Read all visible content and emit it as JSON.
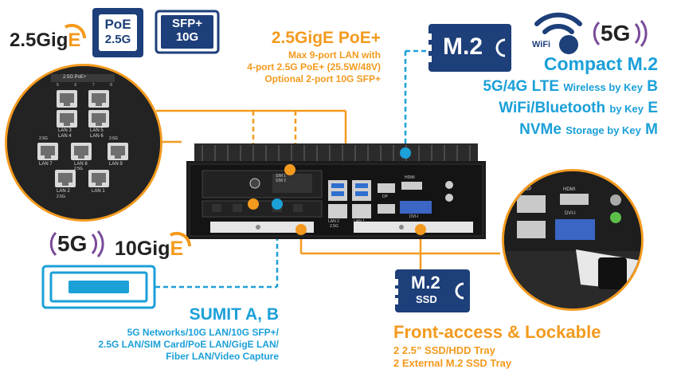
{
  "colors": {
    "orange": "#f39a1e",
    "blue": "#1ba0d8",
    "navy": "#1d3f7a",
    "purple": "#7a4b9a",
    "dark": "#222222"
  },
  "badges": {
    "gige25": {
      "num": "2.5",
      "word": "Gig",
      "e": "E"
    },
    "poe": {
      "l1": "PoE",
      "l2": "2.5G"
    },
    "sfp": {
      "l1": "SFP+",
      "l2": "10G"
    },
    "m2": "M.2",
    "wifi": "WiFi",
    "fiveg": "5G",
    "fiveg2": "5G",
    "gige10": {
      "num": "10",
      "word": "Gig",
      "e": "E"
    },
    "m2ssd": {
      "l1": "M.2",
      "l2": "SSD"
    }
  },
  "poe_block": {
    "title": "2.5GigE PoE+",
    "lines": [
      "Max 9-port LAN with",
      "4-port 2.5G PoE+ (25.5W/48V)",
      "Optional 2-port 10G SFP+"
    ]
  },
  "m2_block": {
    "title": "Compact M.2",
    "rows": [
      {
        "big": "5G/4G LTE",
        "small": "Wireless by Key",
        "key": "B"
      },
      {
        "big": "WiFi/Bluetooth",
        "small": "by Key",
        "key": "E"
      },
      {
        "big": "NVMe",
        "small": "Storage by Key",
        "key": "M"
      }
    ]
  },
  "sumit_block": {
    "title": "SUMIT A, B",
    "lines": [
      "5G Networks/10G LAN/10G SFP+/",
      "2.5G LAN/SIM Card/PoE LAN/GigE LAN/",
      "Fiber LAN/Video Capture"
    ]
  },
  "front_block": {
    "title": "Front-access & Lockable",
    "lines": [
      "2 2.5” SSD/HDD Tray",
      "2 External M.2 SSD Tray"
    ]
  },
  "lan_panel": {
    "header": "2.5G PoE+",
    "port_nums": [
      "5",
      "6",
      "7",
      "8"
    ],
    "labels": [
      "LAN 3",
      "LAN 4",
      "LAN 5",
      "LAN 6",
      "LAN 7",
      "LAN 8",
      "LAN 9",
      "LAN 2",
      "LAN 1"
    ],
    "tags": [
      "2.5G",
      "2.5G",
      "2.5G",
      "2.5G"
    ]
  },
  "device": {
    "sim1": "SIM 1",
    "sim2": "SIM 2",
    "lan2": "LAN 2",
    "lan1": "LAN 1",
    "dp": "DP",
    "hdmi": "HDMI",
    "dvi": "DVI-I",
    "tag": "2.5G"
  },
  "zoom_right": {
    "dp": "DP",
    "hdmi": "HDMI",
    "dvi": "DVI-I"
  }
}
